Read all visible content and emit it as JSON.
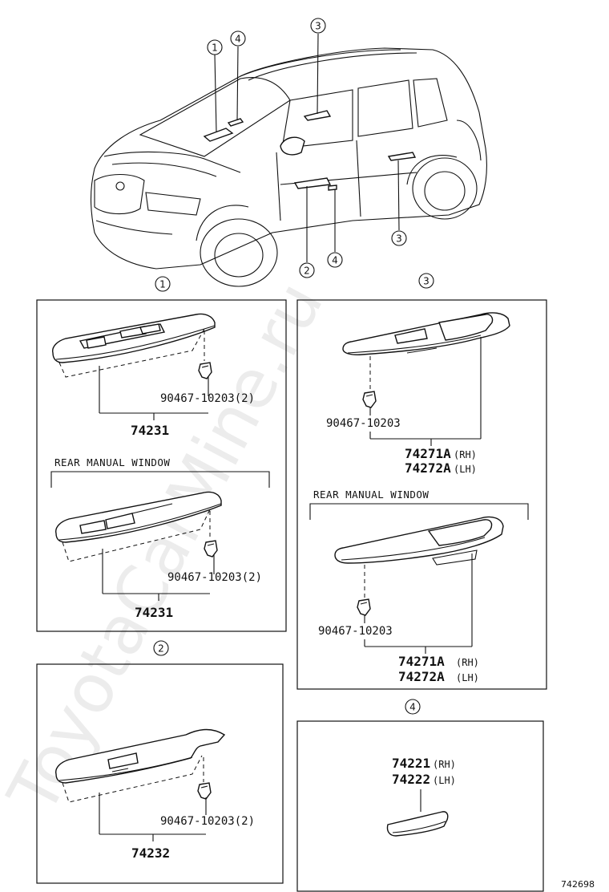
{
  "watermark": "ToyotaCarMine.ru",
  "diagram_ref": "742698",
  "overview_callouts": {
    "c1_top": "1",
    "c4_top": "4",
    "c3_top": "3",
    "c2_bottom": "2",
    "c4_bottom": "4",
    "c3_bottom": "3"
  },
  "section_labels": {
    "s1": "1",
    "s2": "2",
    "s3": "3",
    "s4": "4"
  },
  "section1": {
    "front": {
      "clip_part": "90467-10203(2)",
      "part": "74231"
    },
    "rear_header": "REAR MANUAL WINDOW",
    "rear": {
      "clip_part": "90467-10203(2)",
      "part": "74231"
    }
  },
  "section2": {
    "clip_part": "90467-10203(2)",
    "part": "74232"
  },
  "section3": {
    "front": {
      "clip_part": "90467-10203",
      "part_rh": "74271A",
      "side_rh": "(RH)",
      "part_lh": "74272A",
      "side_lh": "(LH)"
    },
    "rear_header": "REAR MANUAL WINDOW",
    "rear": {
      "clip_part": "90467-10203",
      "part_rh": "74271A",
      "side_rh": "(RH)",
      "part_lh": "74272A",
      "side_lh": "(LH)"
    }
  },
  "section4": {
    "part_rh": "74221",
    "side_rh": "(RH)",
    "part_lh": "74222",
    "side_lh": "(LH)"
  }
}
